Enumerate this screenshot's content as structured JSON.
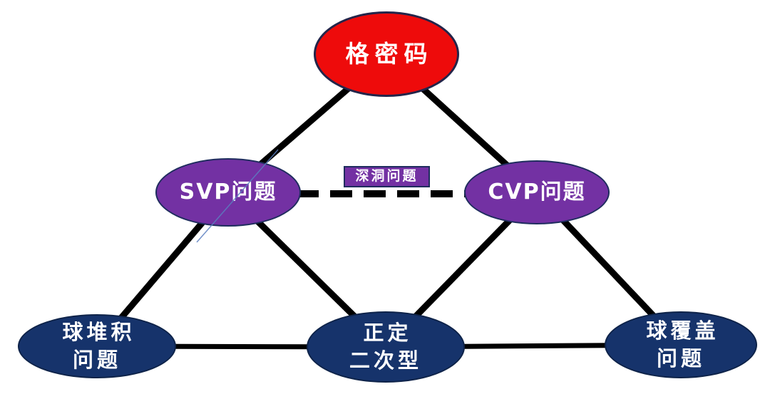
{
  "diagram": {
    "description": "Lattice cryptography relation diagram",
    "background_color": "#ffffff",
    "colors": {
      "lattice_node": "#ee0b0b",
      "problem_node": "#7331a3",
      "geometry_node": "#16336b",
      "edge_line": "#000000",
      "stray_line": "#5b7fc0",
      "label_text": "#ffffff"
    },
    "nodes": {
      "lattice": {
        "label": "格密码",
        "shape": "ellipse",
        "color": "#ee0b0b"
      },
      "svp": {
        "label": "SVP问题",
        "shape": "ellipse",
        "color": "#7331a3"
      },
      "cvp": {
        "label": "CVP问题",
        "shape": "ellipse",
        "color": "#7331a3"
      },
      "deephole": {
        "label": "深洞问题",
        "shape": "rect",
        "color": "#7331a3"
      },
      "packing": {
        "label": "球堆积\n问题",
        "shape": "ellipse",
        "color": "#16336b"
      },
      "quadratic": {
        "label": "正定\n二次型",
        "shape": "ellipse",
        "color": "#16336b"
      },
      "covering": {
        "label": "球覆盖\n问题",
        "shape": "ellipse",
        "color": "#16336b"
      }
    },
    "edges": [
      {
        "from": "lattice",
        "to": "svp",
        "style": "solid"
      },
      {
        "from": "lattice",
        "to": "cvp",
        "style": "solid"
      },
      {
        "from": "svp",
        "to": "cvp",
        "style": "dashed"
      },
      {
        "from": "svp",
        "to": "packing",
        "style": "solid"
      },
      {
        "from": "svp",
        "to": "quadratic",
        "style": "solid"
      },
      {
        "from": "cvp",
        "to": "quadratic",
        "style": "solid"
      },
      {
        "from": "cvp",
        "to": "covering",
        "style": "solid"
      },
      {
        "from": "packing",
        "to": "quadratic",
        "style": "solid"
      },
      {
        "from": "quadratic",
        "to": "covering",
        "style": "solid"
      }
    ]
  }
}
